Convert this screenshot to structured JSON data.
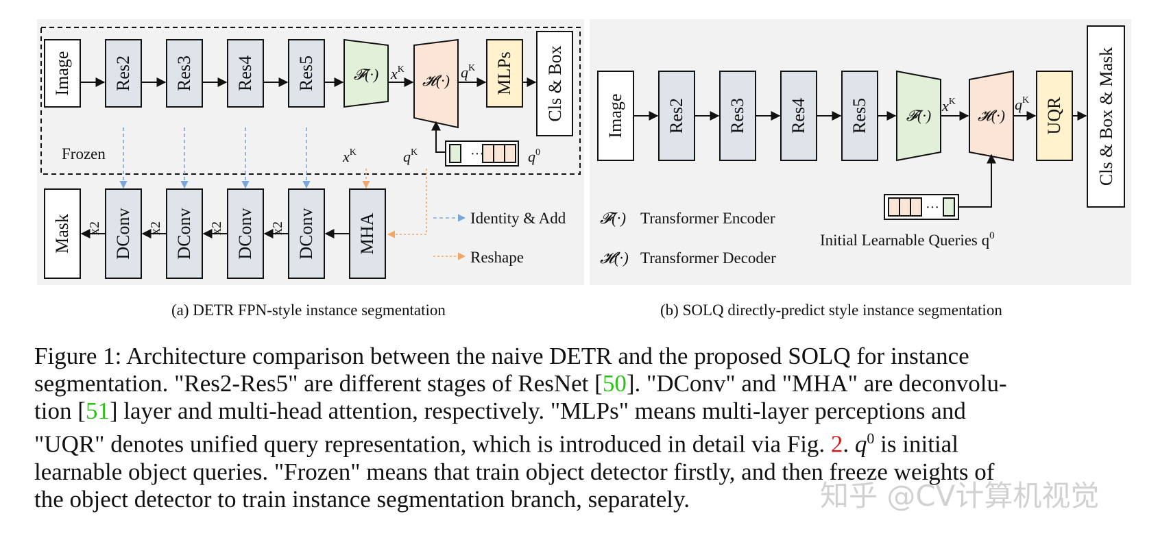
{
  "panel_a": {
    "boxes": {
      "image": "Image",
      "res2": "Res2",
      "res3": "Res3",
      "res4": "Res4",
      "res5": "Res5",
      "encoder": "𝓕(·)",
      "decoder": "𝓗(·)",
      "mlps": "MLPs",
      "cls_box": "Cls & Box",
      "mask": "Mask",
      "dconv": "DConv",
      "mha": "MHA"
    },
    "labels": {
      "frozen": "Frozen",
      "xk": "x",
      "qk": "q",
      "q0": "q",
      "sup_k": "K",
      "sup_0": "0",
      "x2": "x2",
      "identity_add": "Identity & Add",
      "reshape": "Reshape"
    },
    "caption": "(a) DETR FPN-style instance segmentation"
  },
  "panel_b": {
    "boxes": {
      "image": "Image",
      "res2": "Res2",
      "res3": "Res3",
      "res4": "Res4",
      "res5": "Res5",
      "encoder": "𝓕(·)",
      "decoder": "𝓗(·)",
      "uqr": "UQR",
      "out": "Cls & Box & Mask"
    },
    "labels": {
      "xk": "x",
      "qk": "q",
      "sup_k": "K",
      "legend_f_sym": "𝓕(·)",
      "legend_f": "Transformer Encoder",
      "legend_h_sym": "𝓗(·)",
      "legend_h": "Transformer Decoder",
      "queries": "Initial Learnable Queries q",
      "queries_sup": "0"
    },
    "caption": "(b) SOLQ directly-predict style instance segmentation"
  },
  "caption": {
    "l1": "Figure 1: Architecture comparison between the naive DETR and the proposed SOLQ for instance",
    "l2a": "segmentation. \"Res2-Res5\" are different stages of ResNet [",
    "ref50": "50",
    "l2b": "]. \"DConv\" and \"MHA\" are deconvolu-",
    "l3a": "tion [",
    "ref51": "51",
    "l3b": "] layer and multi-head attention, respectively. \"MLPs\" means multi-layer perceptions and",
    "l4a": "\"UQR\" denotes unified query representation, which is introduced in detail via Fig. ",
    "ref2": "2",
    "l4b": ". ",
    "q": "q",
    "q_sup": "0",
    "l4c": " is initial",
    "l5": "learnable object queries. \"Frozen\" means that train object detector firstly, and then freeze weights of",
    "l6": "the object detector to train instance segmentation branch, separately."
  },
  "watermark": "知乎 @CV计算机视觉",
  "colors": {
    "panel_bg": "#f2f2f2",
    "res_fill": "#dfe3ea",
    "enc_fill": "#e2efd9",
    "dec_fill": "#fbe5d6",
    "mlp_fill": "#fff2cc",
    "blue_arrow": "#7aa7d9",
    "orange_arrow": "#f2a66a"
  }
}
